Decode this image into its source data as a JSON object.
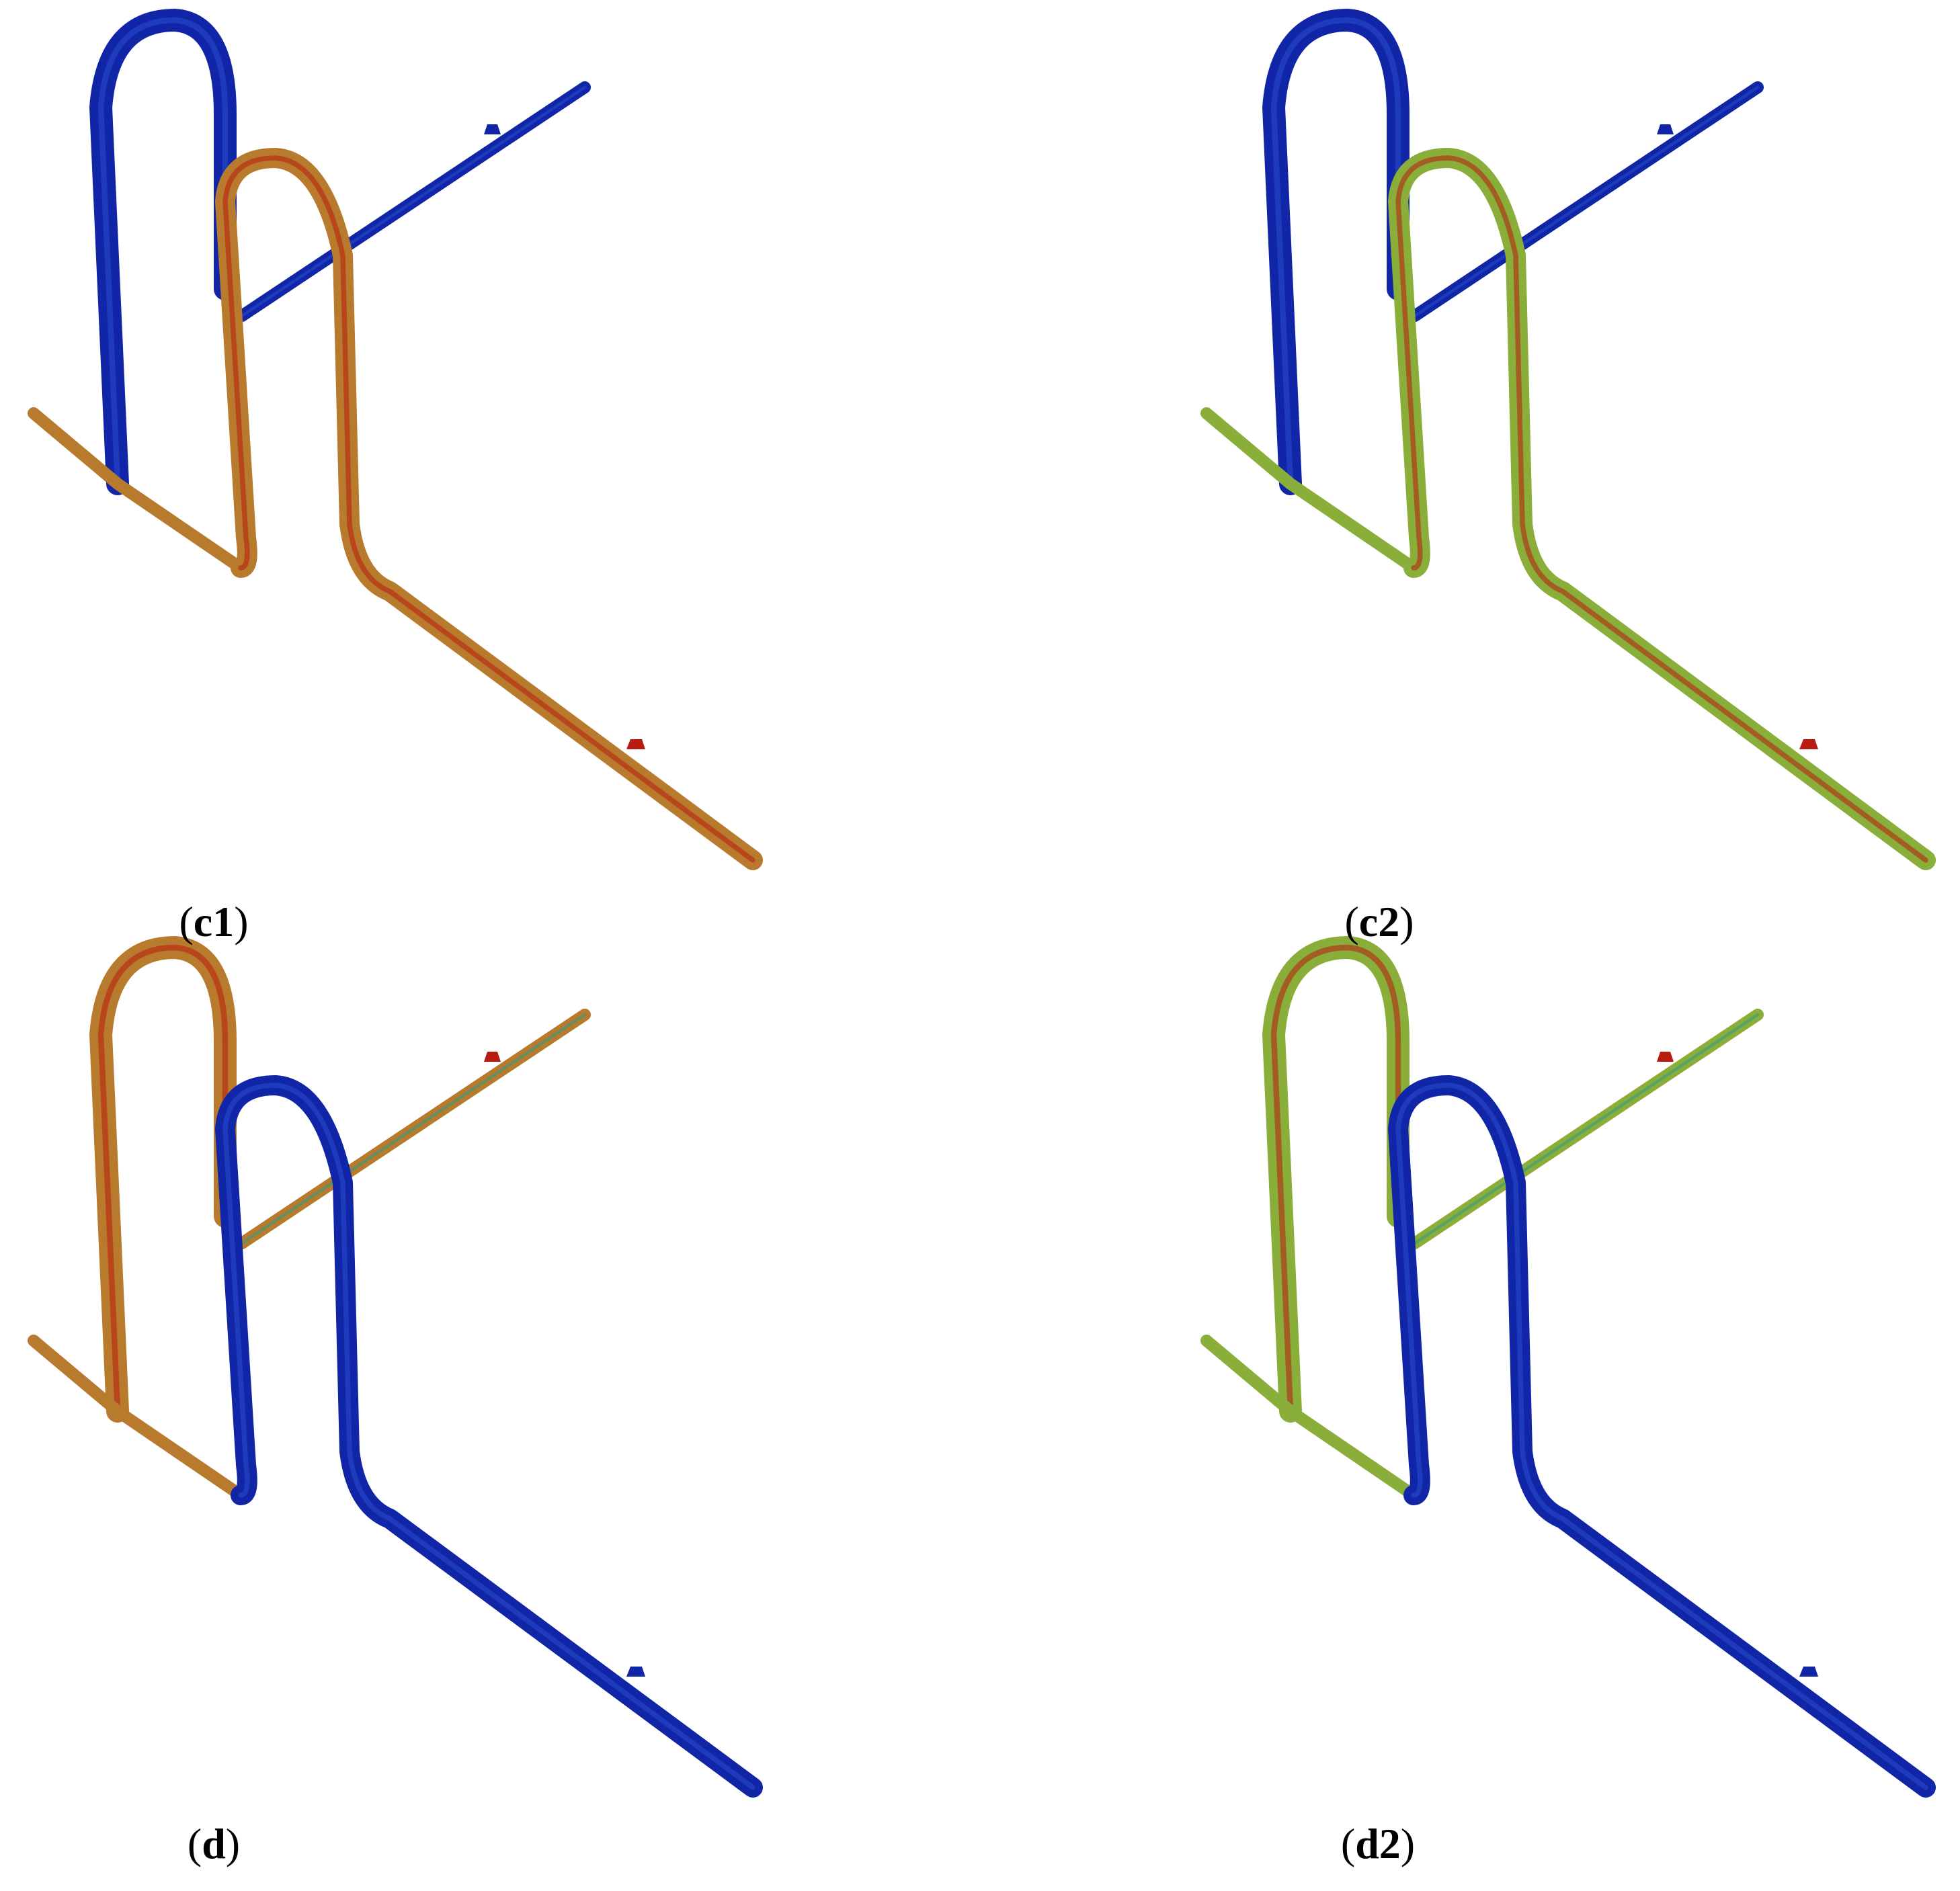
{
  "figure": {
    "colors": {
      "blue": "#1026a6",
      "orange": "#b87a2c",
      "green": "#8aae3a",
      "red": "#b81c10",
      "teal": "#2c9a88",
      "background": "#ffffff"
    },
    "panels": [
      {
        "id": "c1",
        "label_open": "(",
        "label_bold": "c1",
        "label_close": ")",
        "front_color": "orange",
        "back_color": "blue",
        "outlet_color": "blue",
        "marker_front": "red",
        "marker_outlet": "blue"
      },
      {
        "id": "c2",
        "label_open": "(",
        "label_bold": "c2",
        "label_close": ")",
        "front_color": "green",
        "back_color": "blue",
        "outlet_color": "blue",
        "marker_front": "red",
        "marker_outlet": "blue"
      },
      {
        "id": "d",
        "label_open": "(",
        "label_bold": "d",
        "label_close": ")",
        "front_color": "blue",
        "back_color": "orange",
        "outlet_color": "orange",
        "marker_front": "blue",
        "marker_outlet": "red"
      },
      {
        "id": "d2",
        "label_open": "(",
        "label_bold": "d2",
        "label_close": ")",
        "front_color": "blue",
        "back_color": "green",
        "outlet_color": "green",
        "marker_front": "blue",
        "marker_outlet": "red"
      }
    ]
  }
}
